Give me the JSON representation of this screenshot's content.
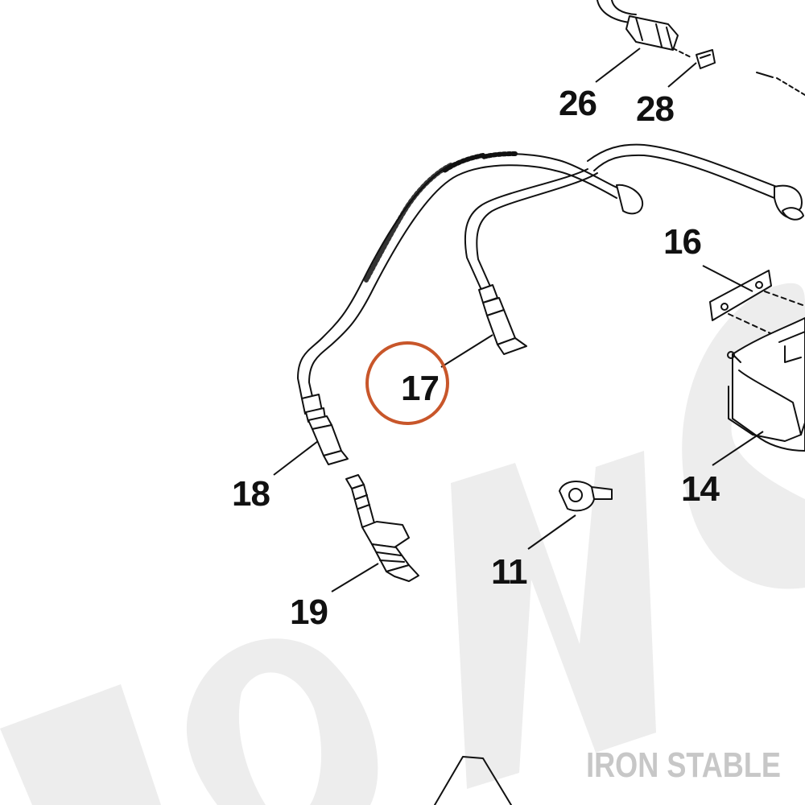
{
  "brand": {
    "name": "IRON STABLE"
  },
  "callouts": [
    {
      "id": "26",
      "label": "26"
    },
    {
      "id": "28",
      "label": "28"
    },
    {
      "id": "16",
      "label": "16"
    },
    {
      "id": "17",
      "label": "17",
      "highlighted": true
    },
    {
      "id": "18",
      "label": "18"
    },
    {
      "id": "14",
      "label": "14"
    },
    {
      "id": "11",
      "label": "11"
    },
    {
      "id": "19",
      "label": "19"
    }
  ],
  "colors": {
    "highlight_ring": "#c8562a",
    "ink": "#111111",
    "watermark": "#ededed",
    "brand_text": "#c7c7c7"
  }
}
